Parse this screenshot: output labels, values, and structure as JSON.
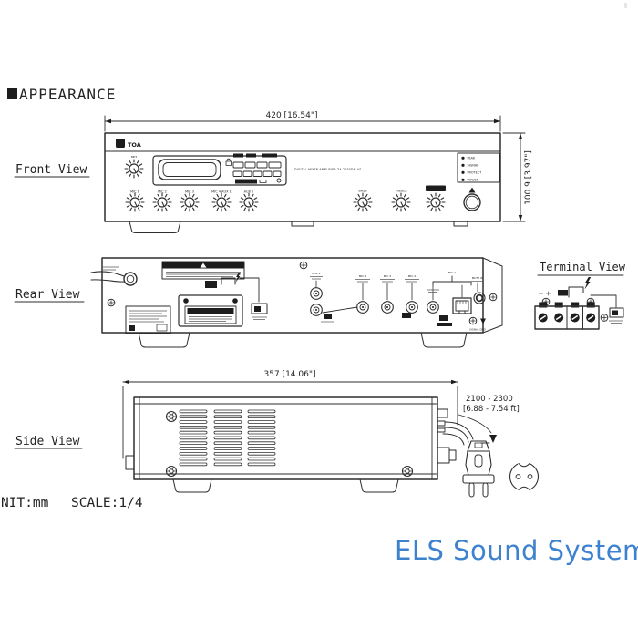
{
  "page": {
    "heading": "APPEARANCE",
    "unit": "NIT:mm",
    "scale": "SCALE:1/4",
    "brand_watermark": "ELS Sound System"
  },
  "labels": {
    "front": "Front View",
    "rear": "Rear View",
    "side": "Side View",
    "terminal": "Terminal View"
  },
  "dimensions": {
    "front_width": "420 [16.54\"]",
    "front_height": "100.9 [3.97\"]",
    "side_depth": "357 [14.06\"]",
    "cord_length_mm": "2100 - 2300",
    "cord_length_ft": "[6.88 - 7.54 ft]"
  },
  "front_panel": {
    "brand": "TOA",
    "model_text": "DIGITAL MIXER AMPLIFIER ZA-2030DM-AS",
    "mp3_label": "MP3",
    "leds": [
      "PEAK",
      "SIGNAL",
      "PROTECT",
      "POWER"
    ],
    "input_knobs": [
      "MIC 1",
      "MIC 2",
      "MIC 3",
      "MIC 4/AUX 1",
      "AUX 2"
    ],
    "tone_knobs": [
      "BASS",
      "TREBLE"
    ]
  },
  "rear_panel": {
    "jack_labels": [
      "AUX 2",
      "MIC 4",
      "MIC 3",
      "MIC 2",
      "MIC 1",
      "MUTE IN"
    ],
    "ground_label": "SIGNAL GND"
  },
  "colors": {
    "line": "#2e2e2e",
    "watermark_blue": "#3d82cf"
  }
}
